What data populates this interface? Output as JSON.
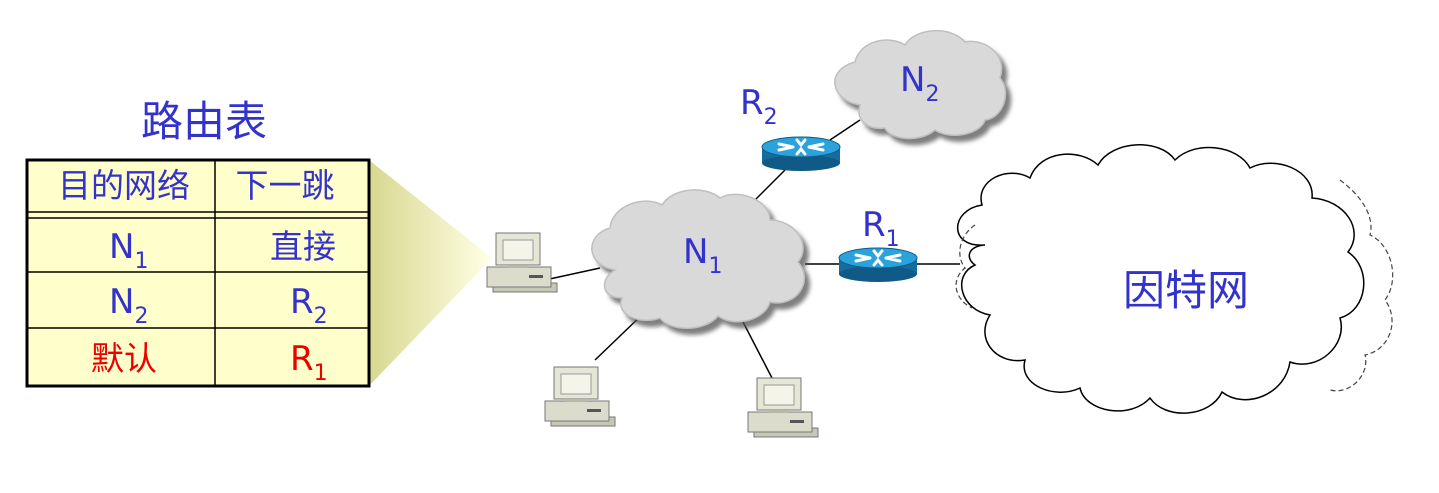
{
  "routing_table": {
    "title": "路由表",
    "headers": [
      "目的网络",
      "下一跳"
    ],
    "rows": [
      {
        "dest": "N",
        "dest_sub": "1",
        "next": "直接",
        "next_sub": ""
      },
      {
        "dest": "N",
        "dest_sub": "2",
        "next": "R",
        "next_sub": "2"
      },
      {
        "dest": "默认",
        "dest_sub": "",
        "next": "R",
        "next_sub": "1"
      }
    ]
  },
  "network": {
    "n1": {
      "label": "N",
      "sub": "1"
    },
    "n2": {
      "label": "N",
      "sub": "2"
    },
    "r1": {
      "label": "R",
      "sub": "1"
    },
    "r2": {
      "label": "R",
      "sub": "2"
    },
    "internet": {
      "label": "因特网"
    }
  },
  "colors": {
    "text_blue": "#3333cc",
    "default_red": "#ee0000",
    "table_bg": "#ffffcc",
    "router_blue": "#1a8fc8",
    "cloud_gray": "#d9d9d9"
  }
}
